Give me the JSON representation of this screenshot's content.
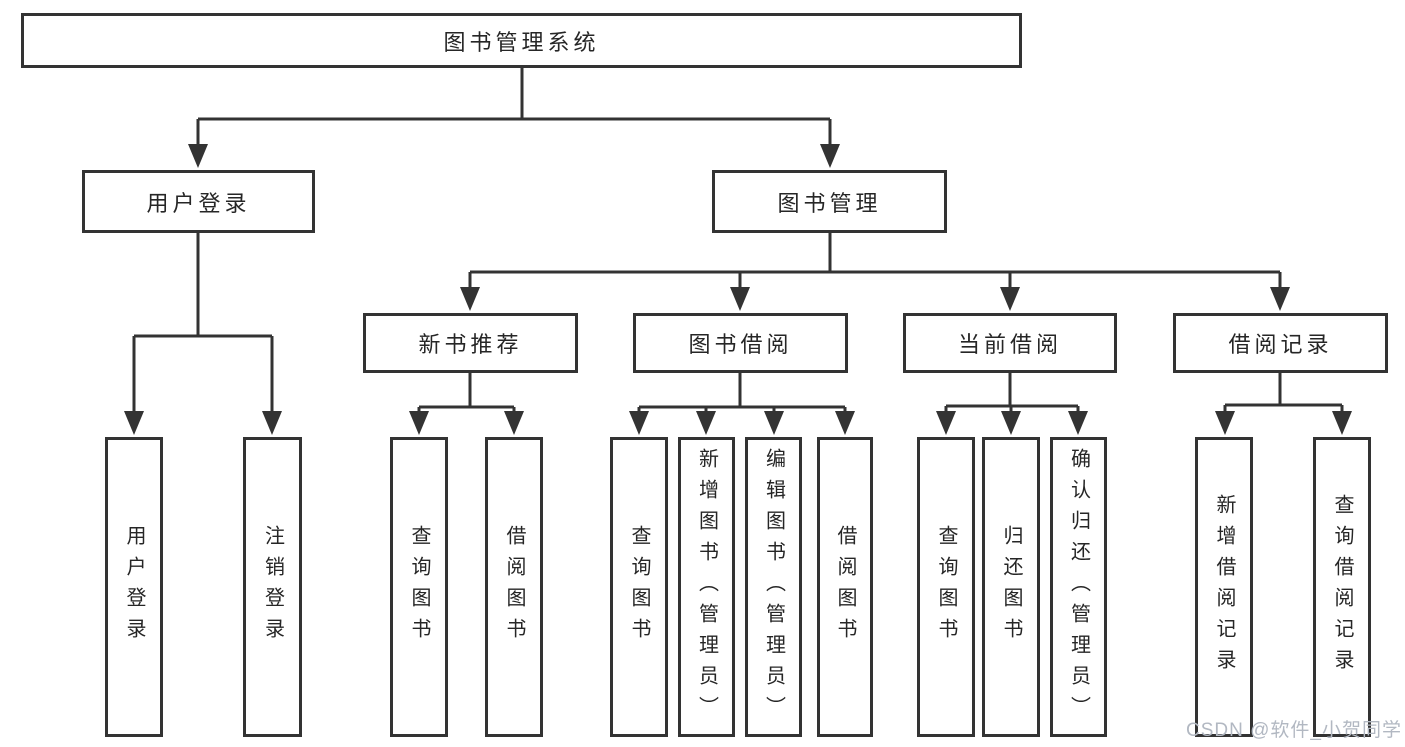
{
  "tree": {
    "label": "图书管理系统",
    "children": [
      {
        "label": "用户登录",
        "children": [
          {
            "label": "用户登录"
          },
          {
            "label": "注销登录"
          }
        ]
      },
      {
        "label": "图书管理",
        "children": [
          {
            "label": "新书推荐",
            "children": [
              {
                "label": "查询图书"
              },
              {
                "label": "借阅图书"
              }
            ]
          },
          {
            "label": "图书借阅",
            "children": [
              {
                "label": "查询图书"
              },
              {
                "label": "新增图书（管理员）"
              },
              {
                "label": "编辑图书（管理员）"
              },
              {
                "label": "借阅图书"
              }
            ]
          },
          {
            "label": "当前借阅",
            "children": [
              {
                "label": "查询图书"
              },
              {
                "label": "归还图书"
              },
              {
                "label": "确认归还（管理员）"
              }
            ]
          },
          {
            "label": "借阅记录",
            "children": [
              {
                "label": "新增借阅记录"
              },
              {
                "label": "查询借阅记录"
              }
            ]
          }
        ]
      }
    ]
  },
  "watermark": {
    "text": "CSDN @软件_小贺同学",
    "color": "#b2b8c2"
  },
  "colors": {
    "line": "#333333",
    "box_border": "#333333",
    "text": "#262626",
    "background": "#ffffff"
  }
}
